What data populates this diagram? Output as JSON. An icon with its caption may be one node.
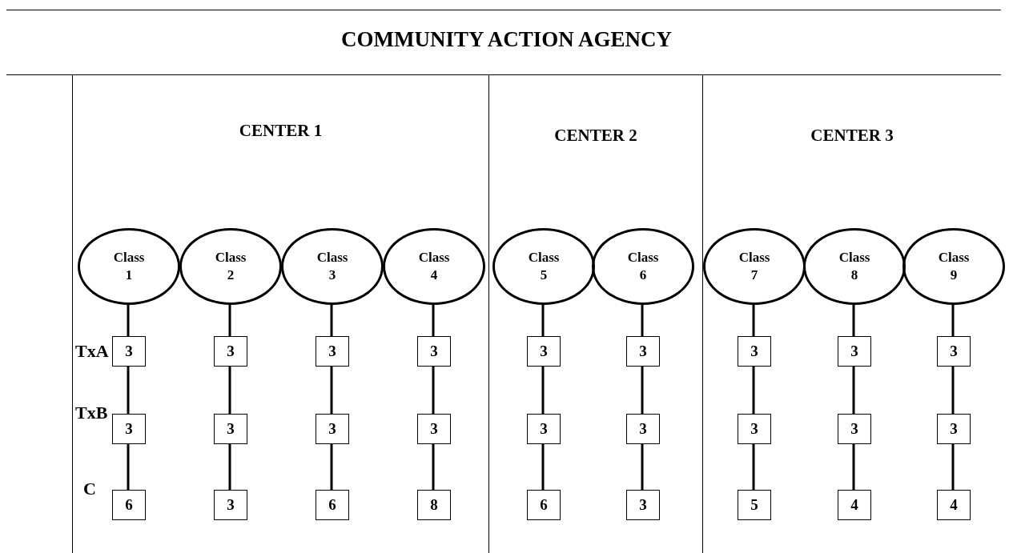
{
  "diagram": {
    "title": "COMMUNITY ACTION AGENCY",
    "nodes": [
      {
        "text": [
          "CENTER 1"
        ]
      },
      {
        "text": [
          "CENTER 2"
        ]
      },
      {
        "text": [
          "CENTER 3"
        ]
      },
      {
        "text": [
          "Class 1"
        ],
        "in": 0
      },
      {
        "text": [
          "Class 2"
        ],
        "in": 0
      },
      {
        "text": [
          "Class 3"
        ],
        "in": 0
      },
      {
        "text": [
          "Class 4"
        ],
        "in": 0
      },
      {
        "text": [
          "Class 5"
        ],
        "in": 1
      },
      {
        "text": [
          "Class 6"
        ],
        "in": 1
      },
      {
        "text": [
          "Class 7"
        ],
        "in": 2
      },
      {
        "text": [
          "Class 8"
        ],
        "in": 2
      },
      {
        "text": [
          "Class 9"
        ],
        "in": 2
      },
      {
        "text": [
          "3"
        ],
        "in": 0
      },
      {
        "text": [
          "3"
        ],
        "in": 0
      },
      {
        "text": [
          "3"
        ],
        "in": 0
      },
      {
        "text": [
          "3"
        ],
        "in": 0
      },
      {
        "text": [
          "3"
        ],
        "in": 1
      },
      {
        "text": [
          "3"
        ],
        "in": 1
      },
      {
        "text": [
          "3"
        ],
        "in": 2
      },
      {
        "text": [
          "3"
        ],
        "in": 2
      },
      {
        "text": [
          "3"
        ],
        "in": 2
      },
      {
        "text": [
          "3"
        ],
        "in": 0
      },
      {
        "text": [
          "3"
        ],
        "in": 0
      },
      {
        "text": [
          "3"
        ],
        "in": 0
      },
      {
        "text": [
          "3"
        ],
        "in": 0
      },
      {
        "text": [
          "3"
        ],
        "in": 1
      },
      {
        "text": [
          "3"
        ],
        "in": 1
      },
      {
        "text": [
          "3"
        ],
        "in": 2
      },
      {
        "text": [
          "3"
        ],
        "in": 2
      },
      {
        "text": [
          "3"
        ],
        "in": 2
      },
      {
        "text": [
          "6"
        ],
        "in": 0
      },
      {
        "text": [
          "3"
        ],
        "in": 0
      },
      {
        "text": [
          "6"
        ],
        "in": 0
      },
      {
        "text": [
          "8"
        ],
        "in": 0
      },
      {
        "text": [
          "6"
        ],
        "in": 1
      },
      {
        "text": [
          "3"
        ],
        "in": 1
      },
      {
        "text": [
          "5"
        ],
        "in": 2
      },
      {
        "text": [
          "4"
        ],
        "in": 2
      },
      {
        "text": [
          "4"
        ],
        "in": 2
      }
    ],
    "edges": [
      {
        "from": 3,
        "to": 12,
        "arrow": "none"
      },
      {
        "from": 12,
        "to": 21,
        "arrow": "none"
      },
      {
        "from": 21,
        "to": 30,
        "arrow": "none"
      },
      {
        "from": 4,
        "to": 13,
        "arrow": "none"
      },
      {
        "from": 13,
        "to": 22,
        "arrow": "none"
      },
      {
        "from": 22,
        "to": 31,
        "arrow": "none"
      },
      {
        "from": 5,
        "to": 14,
        "arrow": "none"
      },
      {
        "from": 14,
        "to": 23,
        "arrow": "none"
      },
      {
        "from": 23,
        "to": 32,
        "arrow": "none"
      },
      {
        "from": 6,
        "to": 15,
        "arrow": "none"
      },
      {
        "from": 15,
        "to": 24,
        "arrow": "none"
      },
      {
        "from": 24,
        "to": 33,
        "arrow": "none"
      },
      {
        "from": 7,
        "to": 16,
        "arrow": "none"
      },
      {
        "from": 16,
        "to": 25,
        "arrow": "none"
      },
      {
        "from": 25,
        "to": 34,
        "arrow": "none"
      },
      {
        "from": 8,
        "to": 17,
        "arrow": "none"
      },
      {
        "from": 17,
        "to": 26,
        "arrow": "none"
      },
      {
        "from": 26,
        "to": 35,
        "arrow": "none"
      },
      {
        "from": 9,
        "to": 18,
        "arrow": "none"
      },
      {
        "from": 18,
        "to": 27,
        "arrow": "none"
      },
      {
        "from": 27,
        "to": 36,
        "arrow": "none"
      },
      {
        "from": 10,
        "to": 19,
        "arrow": "none"
      },
      {
        "from": 19,
        "to": 28,
        "arrow": "none"
      },
      {
        "from": 28,
        "to": 37,
        "arrow": "none"
      },
      {
        "from": 11,
        "to": 20,
        "arrow": "none"
      },
      {
        "from": 20,
        "to": 29,
        "arrow": "none"
      },
      {
        "from": 29,
        "to": 38,
        "arrow": "none"
      }
    ],
    "labels": [
      "TxA",
      "TxB",
      "C"
    ]
  }
}
